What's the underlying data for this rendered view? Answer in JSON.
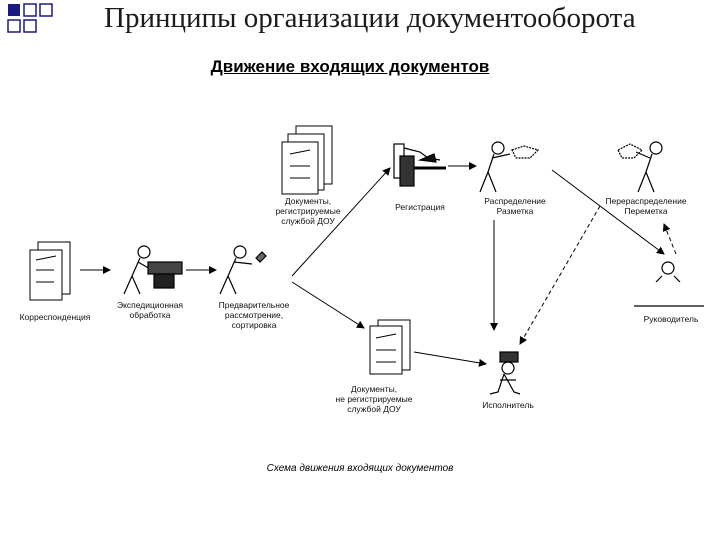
{
  "slide": {
    "title": "Принципы  организации документооборота",
    "subtitle": "Движение входящих документов",
    "caption": "Схема движения входящих документов"
  },
  "nodes": {
    "correspondence": "Корреспонденция",
    "expedition": "Экспедиционная\nобработка",
    "preliminary": "Предварительное\nрассмотрение,\nсортировка",
    "registered_docs": "Документы,\nрегистрируемые\nслужбой ДОУ",
    "unregistered_docs": "Документы,\nне регистрируемые\nслужбой ДОУ",
    "registration": "Регистрация",
    "distribution": "Распределение\nРазметка",
    "redistribution": "Перераспределение\nПереметка",
    "manager": "Руководитель",
    "executor": "Исполнитель"
  },
  "colors": {
    "accent": "#1a1a80",
    "line": "#000000"
  }
}
